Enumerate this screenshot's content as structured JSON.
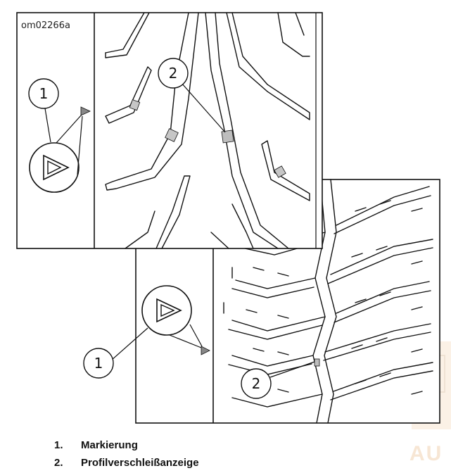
{
  "figure": {
    "code": "om02266a",
    "callouts": {
      "top_marker": "1",
      "top_wear": "2",
      "bottom_marker": "1",
      "bottom_wear": "2"
    }
  },
  "legend": {
    "items": [
      {
        "number": "1.",
        "text": "Markierung"
      },
      {
        "number": "2.",
        "text": "Profilverschleißanzeige"
      }
    ]
  },
  "watermark": {
    "text": "AU",
    "color": "#f7e6d4"
  },
  "colors": {
    "line": "#111111",
    "wear_indicator": "#bdbdbd"
  }
}
